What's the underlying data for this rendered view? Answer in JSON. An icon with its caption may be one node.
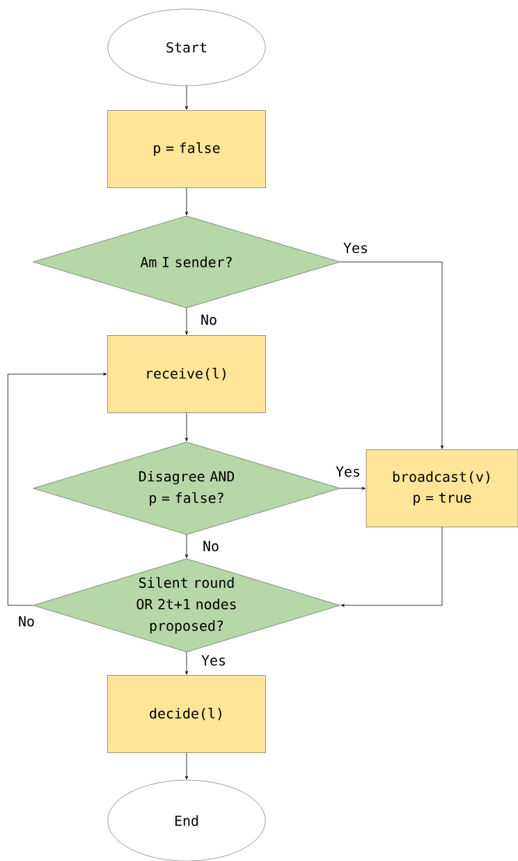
{
  "diagram": {
    "nodes": [
      {
        "text": [
          "Start"
        ]
      },
      {
        "text": [
          "p = false"
        ]
      },
      {
        "text": [
          "Am I sender?"
        ]
      },
      {
        "text": [
          "receive(l)"
        ]
      },
      {
        "text": [
          "Disagree AND p = false?"
        ]
      },
      {
        "text": [
          "broadcast(v) p = true"
        ]
      },
      {
        "text": [
          "Silent round OR 2t+1 nodes proposed?"
        ]
      },
      {
        "text": [
          "decide(l)"
        ]
      },
      {
        "text": [
          "End"
        ]
      }
    ],
    "edges": [
      {
        "from": 0,
        "to": 1,
        "arrow": "to"
      },
      {
        "from": 1,
        "to": 2,
        "arrow": "to"
      },
      {
        "from": 2,
        "to": 5,
        "arrow": "to",
        "label": "Yes"
      },
      {
        "from": 2,
        "to": 3,
        "arrow": "to",
        "label": "No"
      },
      {
        "from": 3,
        "to": 4,
        "arrow": "to"
      },
      {
        "from": 4,
        "to": 5,
        "arrow": "to",
        "label": "Yes"
      },
      {
        "from": 4,
        "to": 6,
        "arrow": "to",
        "label": "No"
      },
      {
        "from": 5,
        "to": 6,
        "arrow": "to"
      },
      {
        "from": 6,
        "to": 3,
        "arrow": "to",
        "label": "No"
      },
      {
        "from": 6,
        "to": 7,
        "arrow": "to",
        "label": "Yes"
      },
      {
        "from": 7,
        "to": 8,
        "arrow": "to"
      }
    ]
  }
}
